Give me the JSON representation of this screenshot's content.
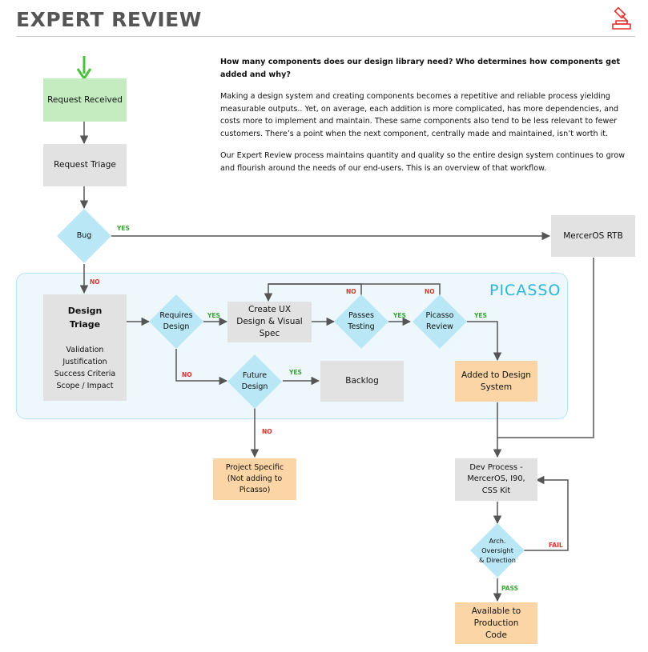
{
  "header": {
    "title": "EXPERT REVIEW"
  },
  "intro": {
    "question": "How many components does our design library need? Who determines how components get added and why?",
    "paragraph_1": "Making a design system and creating components becomes a repetitive and reliable process yielding measurable outputs.. Yet, on average, each addition is more complicated, has more dependencies, and costs more to implement and maintain. These same components also tend to be less relevant to fewer customers. There’s a point when the next component, centrally made and maintained, isn’t worth it.",
    "paragraph_2": "Our Expert Review process maintains quantity and quality so the entire design system continues to grow and flourish around the needs of our end-users. This is an overview of that workflow."
  },
  "picasso_brand": "PICASSO",
  "nodes": {
    "request_received": "Request Received",
    "request_triage": "Request Triage",
    "bug": "Bug",
    "mercer_rtb": "MercerOS RTB",
    "design_triage": {
      "title": "Design Triage",
      "items": [
        "Validation",
        "Justification",
        "Success Criteria",
        "Scope / Impact"
      ]
    },
    "requires_design": "Requires Design",
    "create_ux": "Create UX Design & Visual Spec",
    "passes_testing": "Passes Testing",
    "picasso_review": "Picasso Review",
    "future_design": "Future Design",
    "backlog": "Backlog",
    "added_to_design_system": "Added to Design System",
    "project_specific": "Project Specific (Not adding to Picasso)",
    "dev_process": "Dev Process - MercerOS, I90, CSS Kit",
    "arch_oversight": "Arch. Oversight & Direction",
    "available_prod": "Available to Production Code"
  },
  "edge_labels": {
    "yes": "YES",
    "no": "NO",
    "fail": "FAIL",
    "pass": "PASS"
  },
  "colors": {
    "gray_box": "#e2e2e2",
    "green_box": "#c4ecc0",
    "orange_box": "#fbd5a6",
    "diamond": "#b9e7f6",
    "panel": "#eef8fc",
    "start_arrow": "#4cc13e",
    "yes": "#39a635",
    "no": "#d9332a",
    "brand_icon": "#e0312c"
  }
}
